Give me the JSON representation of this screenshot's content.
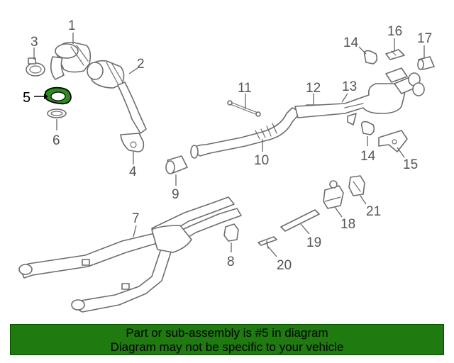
{
  "diagram": {
    "labels": [
      "1",
      "2",
      "3",
      "4",
      "5",
      "6",
      "7",
      "8",
      "9",
      "10",
      "11",
      "12",
      "13",
      "14",
      "14",
      "15",
      "16",
      "17",
      "18",
      "19",
      "20",
      "21"
    ],
    "highlighted_part": "5",
    "highlight_color": "#1f7a10"
  },
  "banner": {
    "line1": "Part or sub-assembly is #5 in diagram",
    "line2": "Diagram may not be specific to your vehicle",
    "background": "#1f7a10"
  }
}
